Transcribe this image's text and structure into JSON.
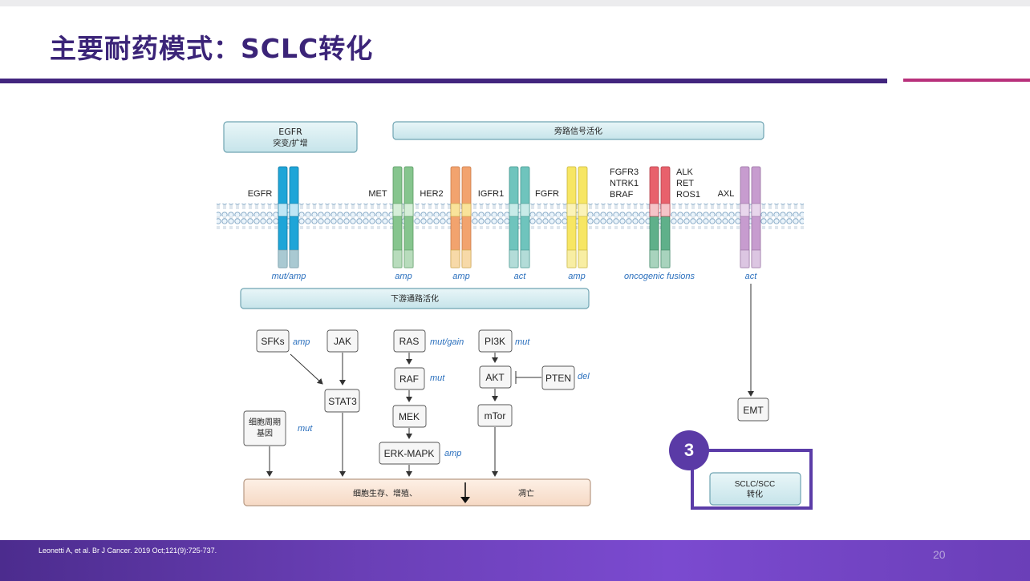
{
  "title": "主要耐药模式：SCLC转化",
  "citation": "Leonetti A, et al. Br J Cancer. 2019 Oct;121(9):725-737.",
  "page_number": "20",
  "badge": "3",
  "colors": {
    "title": "#3b2478",
    "rule": "#42257e",
    "accent_pink": "#b8307b",
    "footer": "#6a3fb6",
    "highlight": "#5b3ca8",
    "annotation_blue": "#2a6fbd"
  },
  "diagram": {
    "banner_egfr_line1": "EGFR",
    "banner_egfr_line2": "突变/扩增",
    "banner_bypass": "旁路信号活化",
    "banner_downstream": "下游通路活化",
    "receptors": {
      "egfr": "EGFR",
      "met": "MET",
      "her2": "HER2",
      "igfr1": "IGFR1",
      "fgfr": "FGFR",
      "fusion_left": [
        "FGFR3",
        "NTRK1",
        "BRAF"
      ],
      "fusion_right": [
        "ALK",
        "RET",
        "ROS1"
      ],
      "axl": "AXL"
    },
    "annotations": {
      "mut_amp": "mut/amp",
      "amp_met": "amp",
      "amp_her2": "amp",
      "act_igfr1": "act",
      "amp_fgfr": "amp",
      "fusions": "oncogenic fusions",
      "act_axl": "act",
      "sfks_amp": "amp",
      "ras_mut": "mut/gain",
      "pi3k_mut": "mut",
      "raf_mut": "mut",
      "pten_del": "del",
      "erk_amp": "amp",
      "cellcycle_mut": "mut"
    },
    "nodes": {
      "sfks": "SFKs",
      "jak": "JAK",
      "stat3": "STAT3",
      "ras": "RAS",
      "raf": "RAF",
      "mek": "MEK",
      "erk": "ERK-MAPK",
      "pi3k": "PI3K",
      "akt": "AKT",
      "mtor": "mTor",
      "pten": "PTEN",
      "emt": "EMT",
      "cellcycle_line1": "细胞周期",
      "cellcycle_line2": "基因",
      "sclc_line1": "SCLC/SCC",
      "sclc_line2": "转化"
    },
    "outcome_left": "细胞生存、增殖、",
    "outcome_right": "凋亡"
  }
}
